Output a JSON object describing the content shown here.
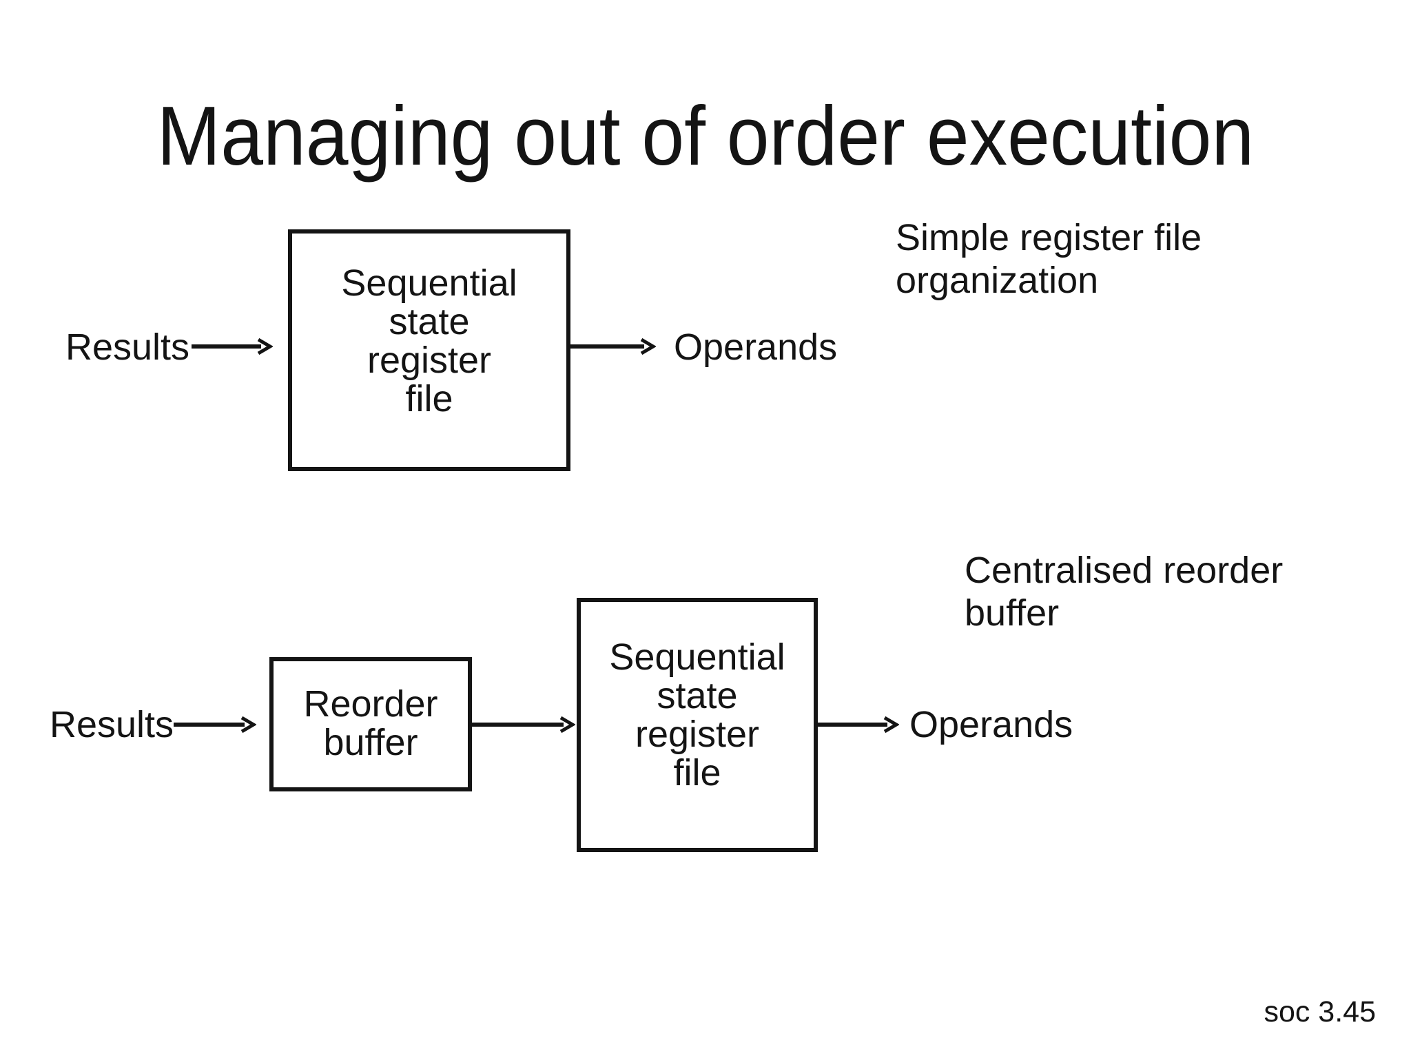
{
  "slide": {
    "title": "Managing out of order execution",
    "footer": "soc 3.45"
  },
  "top_diagram": {
    "annotation": "Simple register file\norganization",
    "input_label": "Results",
    "register_file_box": "Sequential\nstate\nregister\nfile",
    "output_label": "Operands"
  },
  "bottom_diagram": {
    "annotation": "Centralised reorder\nbuffer",
    "input_label": "Results",
    "reorder_buffer_box": "Reorder\nbuffer",
    "register_file_box": "Sequential\nstate\nregister\nfile",
    "output_label": "Operands"
  },
  "colors": {
    "background": "#ffffff",
    "text": "#141414",
    "line": "#141414"
  }
}
